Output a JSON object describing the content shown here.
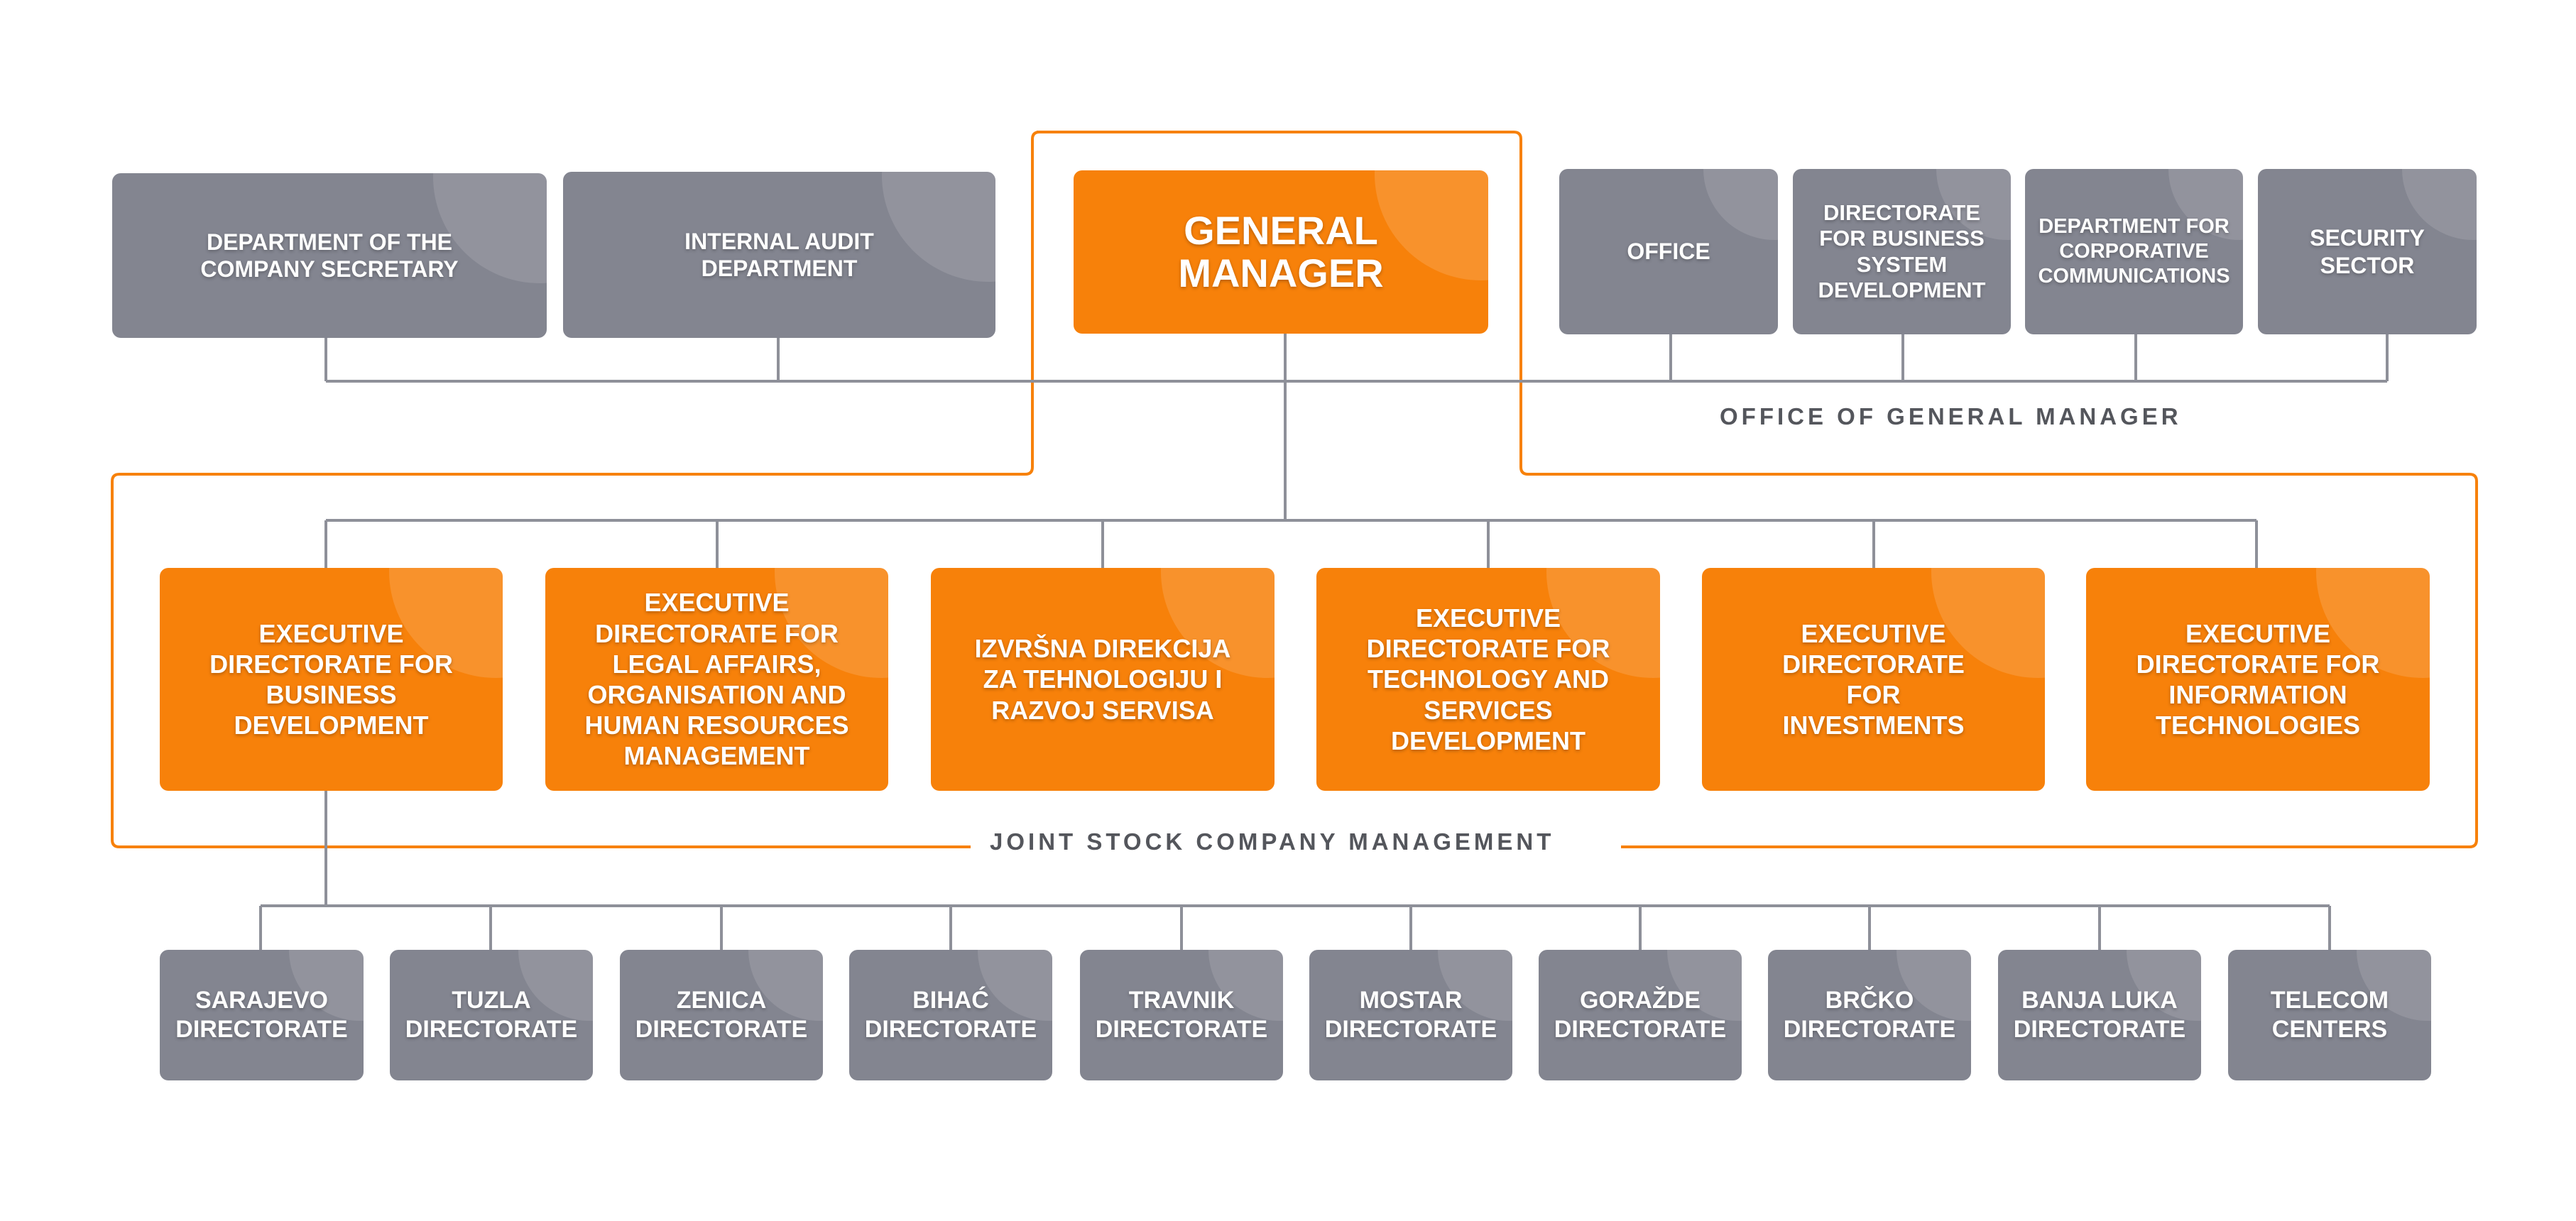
{
  "header_row": {
    "left": [
      {
        "label": "Department of the\nCompany Secretary"
      },
      {
        "label": "Internal Audit\nDepartment"
      }
    ],
    "general_manager": {
      "label": "General\nManager"
    },
    "right": [
      {
        "label": "Office"
      },
      {
        "label": "Directorate\nfor Business\nSystem\nDevelopment"
      },
      {
        "label": "Department for\nCorporative\nCommunications"
      },
      {
        "label": "Security\nSector"
      }
    ],
    "group_label": "Office of General Manager"
  },
  "management": {
    "group_label": "Joint Stock Company Management",
    "directorates": [
      {
        "label": "Executive\nDirectorate for\nBusiness\nDevelopment"
      },
      {
        "label": "Executive\nDirectorate for\nLegal Affairs,\nOrganisation and\nHuman Resources\nManagement"
      },
      {
        "label": "Izvršna direkcija\nza tehnologiju i\nrazvoj servisa"
      },
      {
        "label": "Executive\nDirectorate for\nTechnology and\nServices\nDevelopment"
      },
      {
        "label": "Executive\nDirectorate\nfor\nInvestments"
      },
      {
        "label": "Executive\nDirectorate for\nInformation\nTechnologies"
      }
    ]
  },
  "regional": [
    {
      "label": "Sarajevo\nDirectorate"
    },
    {
      "label": "Tuzla\nDirectorate"
    },
    {
      "label": "Zenica\nDirectorate"
    },
    {
      "label": "Bihać\nDirectorate"
    },
    {
      "label": "Travnik\nDirectorate"
    },
    {
      "label": "Mostar\nDirectorate"
    },
    {
      "label": "Goražde\nDirectorate"
    },
    {
      "label": "Brčko\nDirectorate"
    },
    {
      "label": "Banja Luka\nDirectorate"
    },
    {
      "label": "Telecom\nCenters"
    }
  ],
  "colors": {
    "accent": "#f7810a",
    "gray_box": "#838590",
    "connector": "#8e9099",
    "frame": "#f7810a",
    "label_text": "#54565c"
  }
}
